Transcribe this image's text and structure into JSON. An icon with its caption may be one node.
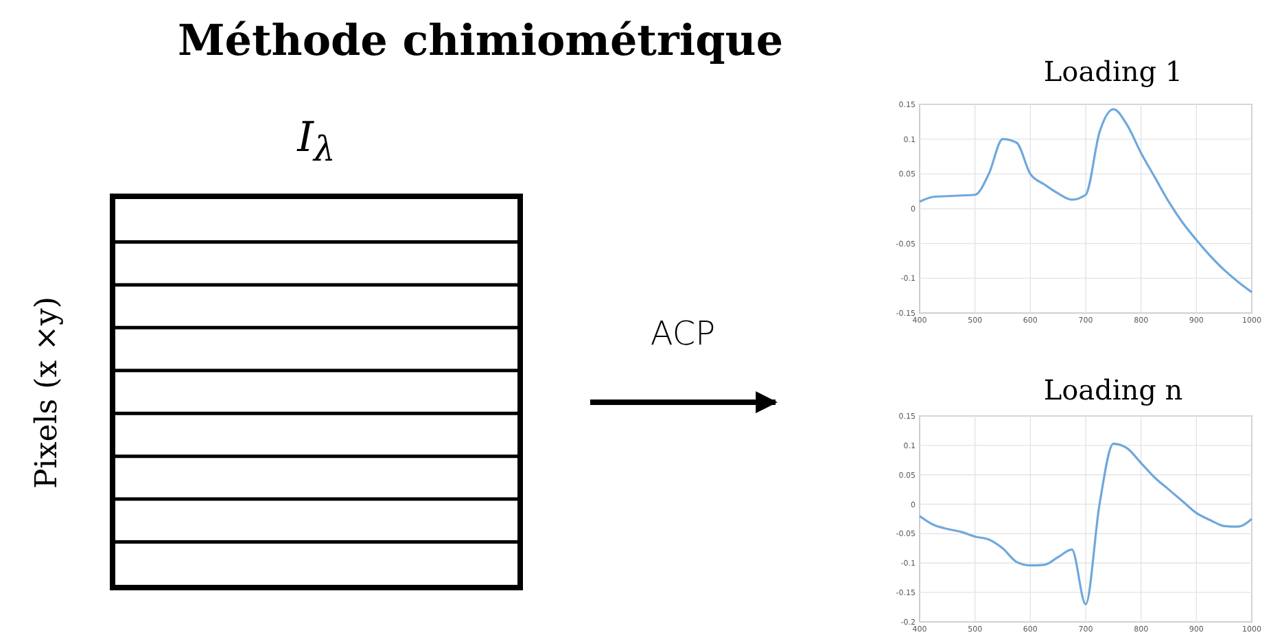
{
  "diagram": {
    "title": "Méthode chimiométrique",
    "nodes": [
      {
        "text": [
          "I$_{λ}$"
        ],
        "beside": [
          "Pixels (x ×y)"
        ]
      }
    ],
    "labels": [
      "ACP"
    ],
    "chart_data": [
      {
        "type": "line",
        "grid": true,
        "title": "Loading 1",
        "xlim": [
          400,
          1000
        ],
        "ylim": [
          -0.15,
          0.15
        ],
        "xticks": [
          400,
          500,
          600,
          700,
          800,
          900,
          1000
        ],
        "yticks": [
          -0.15,
          -0.1,
          -0.05,
          0,
          0.05,
          0.1,
          0.15
        ],
        "x": [
          400,
          425,
          450,
          475,
          500,
          525,
          550,
          575,
          600,
          625,
          650,
          675,
          700,
          725,
          750,
          775,
          800,
          825,
          850,
          875,
          900,
          925,
          950,
          975,
          1000
        ],
        "series": [
          {
            "color": "#6fa8dc",
            "values": [
              0.01,
              0.017,
              0.018,
              0.019,
              0.02,
              0.05,
              0.1,
              0.095,
              0.05,
              0.035,
              0.022,
              0.013,
              0.02,
              0.11,
              0.143,
              0.12,
              0.08,
              0.045,
              0.01,
              -0.02,
              -0.045,
              -0.068,
              -0.088,
              -0.105,
              -0.12
            ]
          }
        ]
      },
      {
        "type": "line",
        "grid": true,
        "title": "Loading n",
        "xlim": [
          400,
          1000
        ],
        "ylim": [
          -0.2,
          0.15
        ],
        "xticks": [
          400,
          500,
          600,
          700,
          800,
          900,
          1000
        ],
        "yticks": [
          -0.2,
          -0.15,
          -0.1,
          -0.05,
          0,
          0.05,
          0.1,
          0.15
        ],
        "x": [
          400,
          425,
          450,
          475,
          500,
          525,
          550,
          575,
          600,
          625,
          650,
          675,
          700,
          725,
          750,
          775,
          800,
          825,
          850,
          875,
          900,
          925,
          950,
          975,
          1000
        ],
        "series": [
          {
            "color": "#6fa8dc",
            "values": [
              -0.02,
              -0.035,
              -0.042,
              -0.047,
              -0.055,
              -0.06,
              -0.075,
              -0.098,
              -0.104,
              -0.103,
              -0.09,
              -0.077,
              -0.17,
              0.0,
              0.103,
              0.095,
              0.07,
              0.045,
              0.025,
              0.005,
              -0.015,
              -0.027,
              -0.037,
              -0.038,
              -0.025
            ]
          }
        ]
      }
    ]
  }
}
